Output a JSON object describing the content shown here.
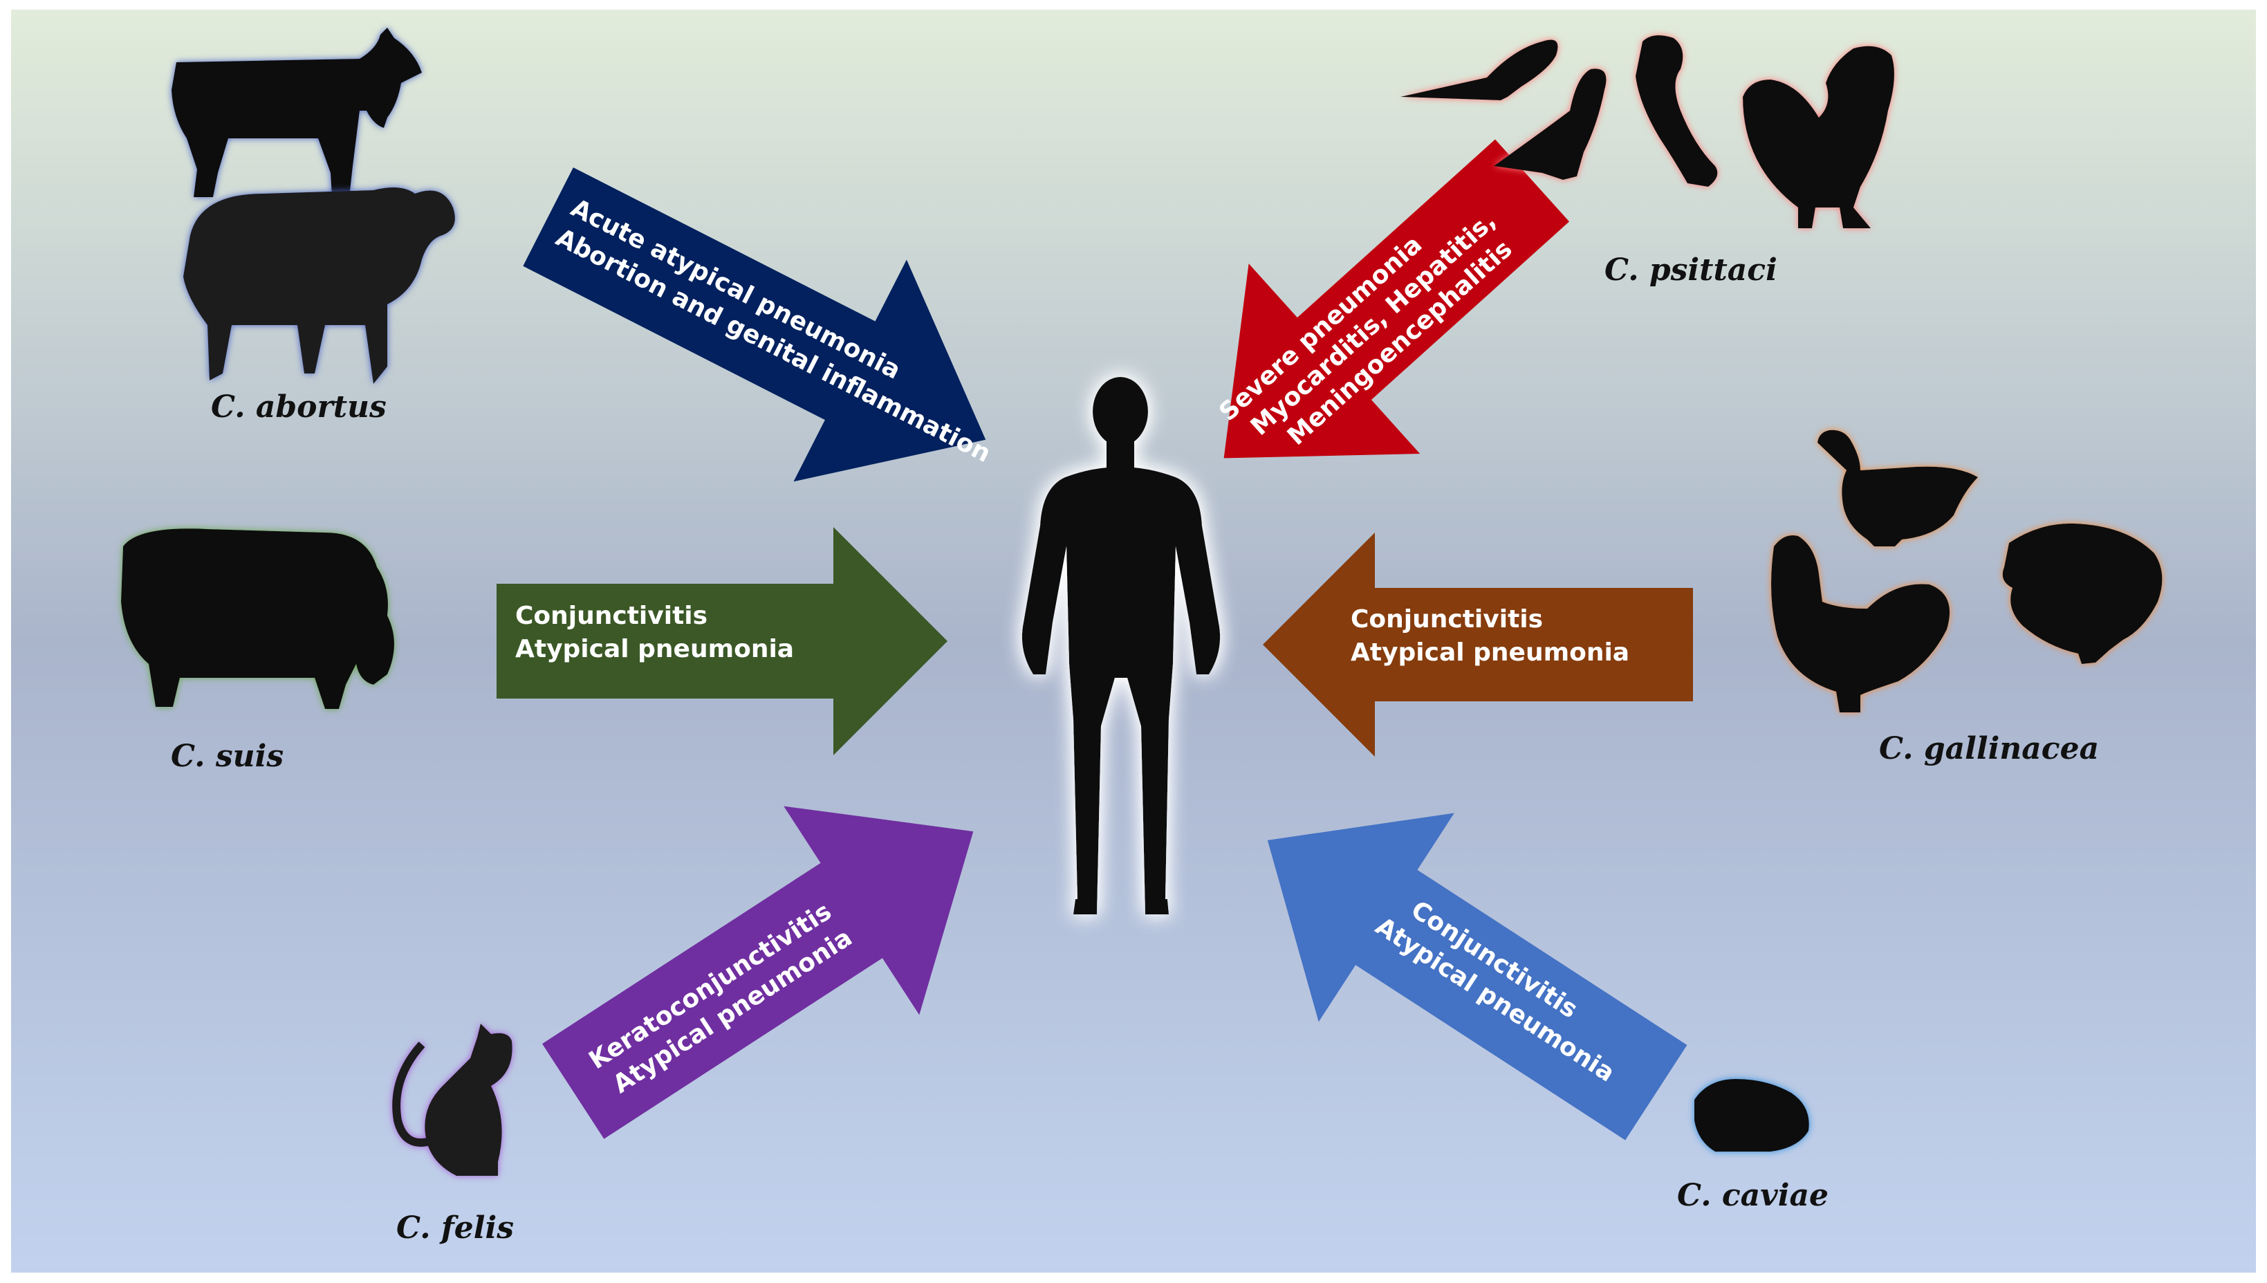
{
  "figure": {
    "center": {
      "name": "Human",
      "icon": "human-silhouette-icon"
    },
    "sources": [
      {
        "id": "abortus",
        "species": "C. abortus",
        "animals": [
          "goat-icon",
          "sheep-icon"
        ],
        "arrow_color": "#02215e",
        "glow": "#4c64c6",
        "symptoms": [
          "Acute atypical pneumonia",
          "Abortion and genital inflammation"
        ]
      },
      {
        "id": "psittaci",
        "species": "C. psittaci",
        "animals": [
          "parakeet-icon",
          "pigeon-icon",
          "cockatoo-icon",
          "rooster-icon"
        ],
        "arrow_color": "#c1000f",
        "glow": "#ff7b7b",
        "symptoms": [
          "Severe pneumonia",
          "Myocarditis, Hepatitis,",
          "Meningoencephalitis"
        ]
      },
      {
        "id": "suis",
        "species": "C. suis",
        "animals": [
          "pig-icon"
        ],
        "arrow_color": "#3b5826",
        "glow": "#6aa84f",
        "symptoms": [
          "Conjunctivitis",
          "Atypical pneumonia"
        ]
      },
      {
        "id": "gallinacea",
        "species": "C. gallinacea",
        "animals": [
          "duck-icon",
          "chicken-icon",
          "turkey-icon"
        ],
        "arrow_color": "#863c0d",
        "glow": "#f08a3c",
        "symptoms": [
          "Conjunctivitis",
          "Atypical pneumonia"
        ]
      },
      {
        "id": "felis",
        "species": "C. felis",
        "animals": [
          "cat-icon"
        ],
        "arrow_color": "#6f2fa0",
        "glow": "#a65ad6",
        "symptoms": [
          "Keratoconjunctivitis",
          "Atypical pneumonia"
        ]
      },
      {
        "id": "caviae",
        "species": "C. caviae",
        "animals": [
          "guinea-pig-icon"
        ],
        "arrow_color": "#4472c4",
        "glow": "#2f8fe0",
        "symptoms": [
          "Conjunctivitis",
          "Atypical pneumonia"
        ]
      }
    ],
    "background": {
      "top": "#e2ecda",
      "middle": "#aab5cc",
      "bottom": "#c2d2ee"
    },
    "silhouette_color": "#0c0c0c"
  }
}
